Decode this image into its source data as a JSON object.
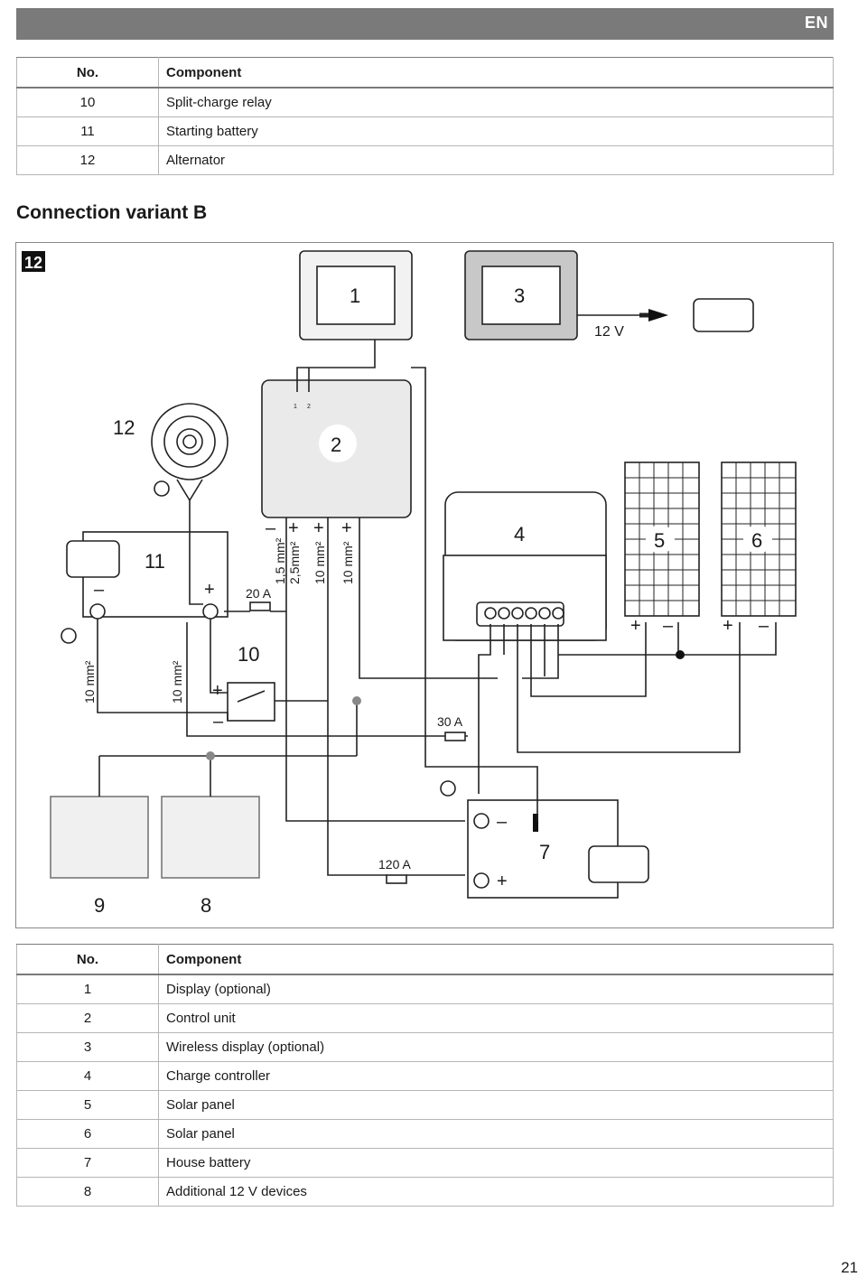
{
  "header": {
    "lang": "EN"
  },
  "table_top": {
    "headers": {
      "no": "No.",
      "component": "Component"
    },
    "rows": [
      {
        "no": "10",
        "component": "Split-charge relay"
      },
      {
        "no": "11",
        "component": "Starting battery"
      },
      {
        "no": "12",
        "component": "Alternator"
      }
    ]
  },
  "section_title": "Connection variant B",
  "figure": {
    "number": "12",
    "labels": {
      "c1": "1",
      "c2": "2",
      "c3": "3",
      "c4": "4",
      "c5": "5",
      "c6": "6",
      "c7": "7",
      "c8": "8",
      "c9": "9",
      "c10": "10",
      "c11": "11",
      "c12": "12",
      "v12": "12 V",
      "f20": "20 A",
      "f30": "30 A",
      "f120": "120 A",
      "w15": "1,5 mm²",
      "w25": "2,5mm²",
      "w10a": "10 mm²",
      "w10b": "10 mm²",
      "w10c": "10 mm²",
      "w10d": "10 mm²",
      "plus": "+",
      "minus": "–",
      "s1": "1",
      "s2": "2"
    }
  },
  "table_bottom": {
    "headers": {
      "no": "No.",
      "component": "Component"
    },
    "rows": [
      {
        "no": "1",
        "component": "Display (optional)"
      },
      {
        "no": "2",
        "component": "Control unit"
      },
      {
        "no": "3",
        "component": "Wireless display (optional)"
      },
      {
        "no": "4",
        "component": "Charge controller"
      },
      {
        "no": "5",
        "component": "Solar panel"
      },
      {
        "no": "6",
        "component": "Solar panel"
      },
      {
        "no": "7",
        "component": "House battery"
      },
      {
        "no": "8",
        "component": "Additional 12 V devices"
      }
    ]
  },
  "page_number": "21"
}
